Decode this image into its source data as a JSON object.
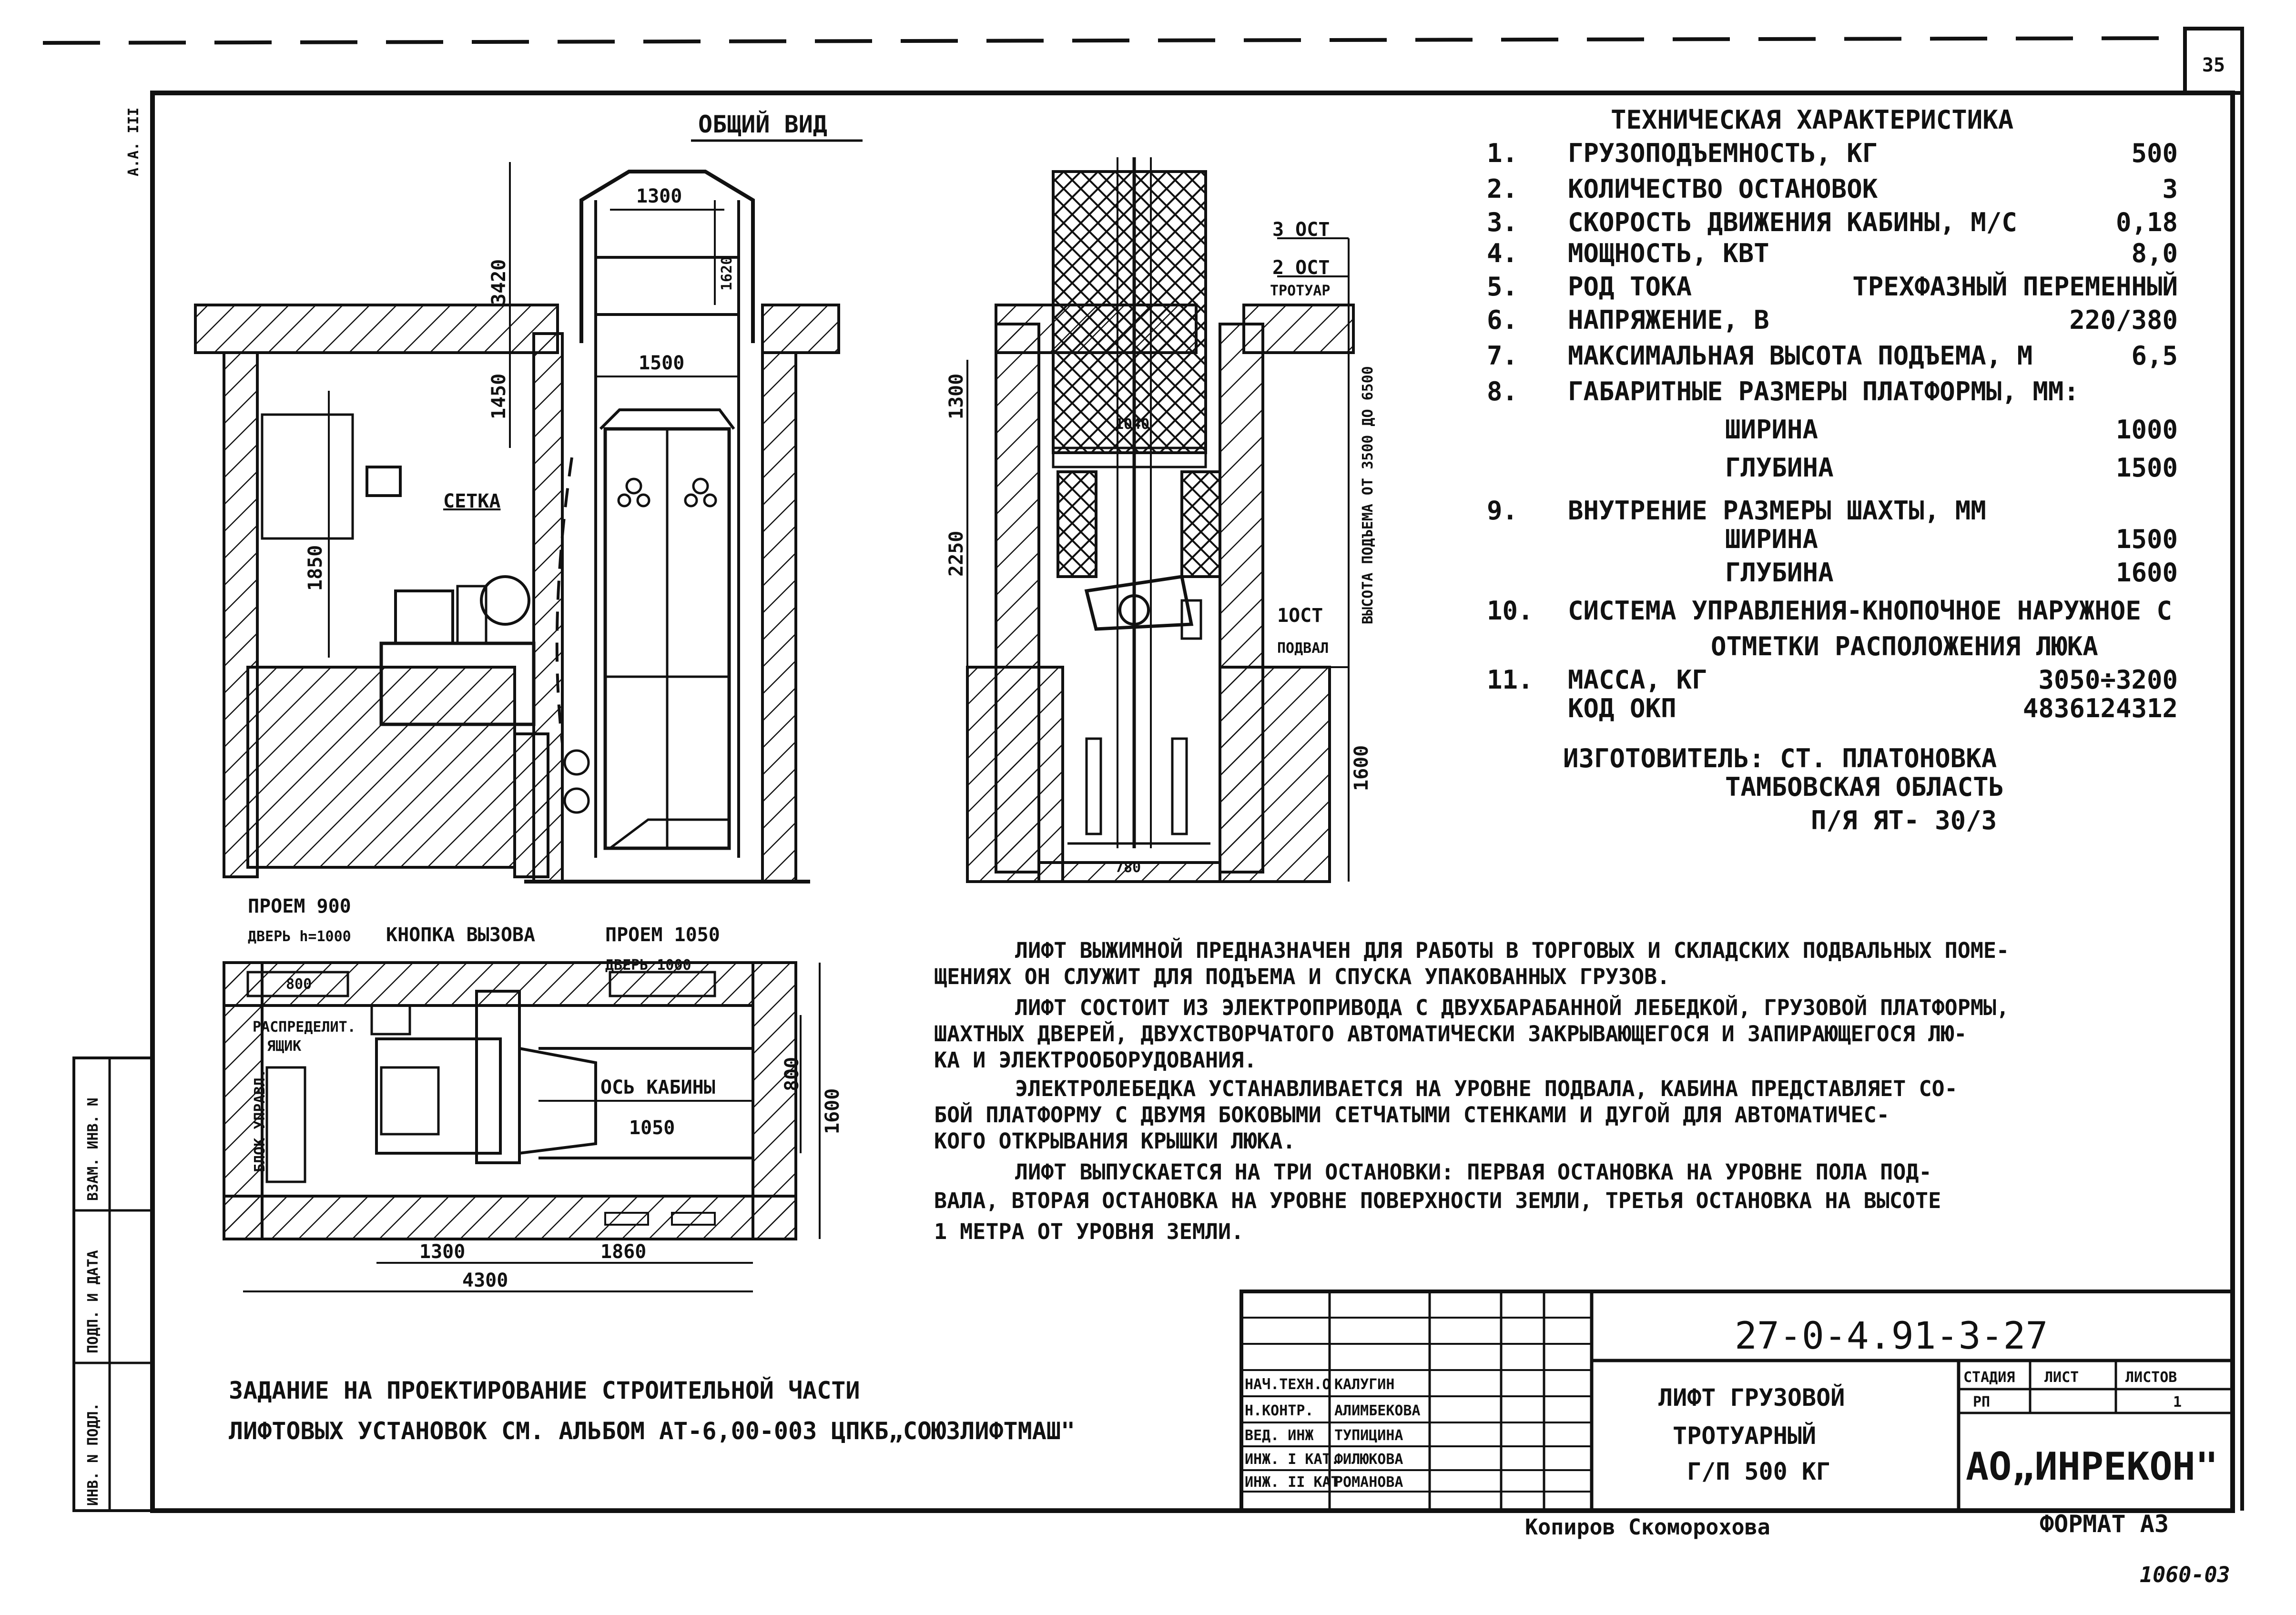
{
  "sheet": {
    "page_number": "35",
    "edge_label": "А.А. III",
    "side_strip": [
      "ИНВ. N ПОДЛ.",
      "ПОДП. И ДАТА",
      "ВЗАМ. ИНВ. N"
    ],
    "format": "ФОРМАТ А3",
    "copier": "Копиров   Скоморохова",
    "archive_no": "1060-03"
  },
  "views": {
    "general_title": "ОБЩИЙ ВИД",
    "general_dims": {
      "w_top": "1300",
      "h_top": "3420",
      "h_1620": "1620",
      "w_mid": "1500",
      "h_1450": "1450",
      "h_1850": "1850",
      "mesh": "СЕТКА"
    },
    "section_dims": {
      "stop3": "3 ОСТ",
      "stop2": "2 ОСТ",
      "sidewalk": "ТРОТУАР",
      "stop1": "1ОСТ",
      "basement": "ПОДВАЛ",
      "h_1300": "1300",
      "h_2250": "2250",
      "h_1600": "1600",
      "lift_height": "ВЫСОТА ПОДЪЕМА ОТ 3500 ДО 6500",
      "w_1040": "1040",
      "w_780": "780"
    },
    "plan_labels": {
      "opening900": "ПРОЕМ 900",
      "door1000": "ДВЕРЬ h=1000",
      "w800": "800",
      "call_button": "КНОПКА ВЫЗОВА",
      "opening1050": "ПРОЕМ 1050",
      "door1000b": "ДВЕРЬ 1000",
      "distrib": "РАСПРЕДЕЛИТ.",
      "box": "ЯЩИК",
      "control": "БЛОК УПРАВЛ.",
      "cabin_axis": "ОСЬ КАБИНЫ",
      "w1050": "1050",
      "h800": "800",
      "h1600": "1600",
      "w1300": "1300",
      "w1860": "1860",
      "w4300": "4300"
    }
  },
  "specs": {
    "title": "ТЕХНИЧЕСКАЯ ХАРАКТЕРИСТИКА",
    "items": [
      {
        "num": "1.",
        "label": "ГРУЗОПОДЪЕМНОСТЬ, КГ",
        "value": "500"
      },
      {
        "num": "2.",
        "label": "КОЛИЧЕСТВО ОСТАНОВОК",
        "value": "3"
      },
      {
        "num": "3.",
        "label": "СКОРОСТЬ ДВИЖЕНИЯ КАБИНЫ, М/С",
        "value": "0,18"
      },
      {
        "num": "4.",
        "label": "МОЩНОСТЬ, КВТ",
        "value": "8,0"
      },
      {
        "num": "5.",
        "label": "РОД   ТОКА",
        "value": "ТРЕХФАЗНЫЙ ПЕРЕМЕННЫЙ"
      },
      {
        "num": "6.",
        "label": "НАПРЯЖЕНИЕ, В",
        "value": "220/380"
      },
      {
        "num": "7.",
        "label": "МАКСИМАЛЬНАЯ ВЫСОТА ПОДЪЕМА, М",
        "value": "6,5"
      },
      {
        "num": "8.",
        "label": "ГАБАРИТНЫЕ РАЗМЕРЫ ПЛАТФОРМЫ, ММ:",
        "value": ""
      },
      {
        "num": "",
        "label": "ШИРИНА",
        "value": "1000"
      },
      {
        "num": "",
        "label": "ГЛУБИНА",
        "value": "1500"
      },
      {
        "num": "9.",
        "label": "ВНУТРЕНИЕ РАЗМЕРЫ ШАХТЫ, ММ",
        "value": ""
      },
      {
        "num": "",
        "label": "ШИРИНА",
        "value": "1500"
      },
      {
        "num": "",
        "label": "ГЛУБИНА",
        "value": "1600"
      },
      {
        "num": "10.",
        "label": "СИСТЕМА УПРАВЛЕНИЯ-КНОПОЧНОЕ НАРУЖНОЕ С",
        "value": ""
      },
      {
        "num": "",
        "label": "ОТМЕТКИ РАСПОЛОЖЕНИЯ    ЛЮКА",
        "value": ""
      },
      {
        "num": "11.",
        "label": "МАССА, КГ",
        "value": "3050÷3200"
      },
      {
        "num": "",
        "label": "КОД ОКП",
        "value": "4836124312"
      }
    ],
    "maker_line1": "ИЗГОТОВИТЕЛЬ:  СТ. ПЛАТОНОВКА",
    "maker_line2": "ТАМБОВСКАЯ ОБЛАСТЬ",
    "maker_line3": "П/Я  ЯТ- 30/3"
  },
  "description": [
    "ЛИФТ ВЫЖИМНОЙ ПРЕДНАЗНАЧЕН ДЛЯ РАБОТЫ В ТОРГОВЫХ И СКЛАДСКИХ ПОДВАЛЬНЫХ ПОМЕ-",
    "ЩЕНИЯХ ОН СЛУЖИТ ДЛЯ ПОДЪЕМА И СПУСКА УПАКОВАННЫХ ГРУЗОВ.",
    "ЛИФТ  СОСТОИТ  ИЗ ЭЛЕКТРОПРИВОДА С ДВУХБАРАБАННОЙ ЛЕБЕДКОЙ, ГРУЗОВОЙ ПЛАТФОРМЫ,",
    "ШАХТНЫХ ДВЕРЕЙ, ДВУХСТВОРЧАТОГО АВТОМАТИЧЕСКИ ЗАКРЫВАЮЩЕГОСЯ И ЗАПИРАЮЩЕГОСЯ ЛЮ-",
    "КА И ЭЛЕКТРООБОРУДОВАНИЯ.",
    "ЭЛЕКТРОЛЕБЕДКА УСТАНАВЛИВАЕТСЯ   НА УРОВНЕ  ПОДВАЛА, КАБИНА ПРЕДСТАВЛЯЕТ СО-",
    "БОЙ  ПЛАТФОРМУ С ДВУМЯ БОКОВЫМИ СЕТЧАТЫМИ  СТЕНКАМИ И ДУГОЙ ДЛЯ АВТОМАТИЧЕС-",
    "КОГО  ОТКРЫВАНИЯ  КРЫШКИ  ЛЮКА.",
    "ЛИФТ ВЫПУСКАЕТСЯ  НА ТРИ ОСТАНОВКИ: ПЕРВАЯ ОСТАНОВКА НА УРОВНЕ ПОЛА ПОД-",
    "ВАЛА, ВТОРАЯ ОСТАНОВКА  НА УРОВНЕ ПОВЕРХНОСТИ ЗЕМЛИ, ТРЕТЬЯ ОСТАНОВКА НА ВЫСОТЕ",
    "1 МЕТРА   ОТ  УРОВНЯ ЗЕМЛИ."
  ],
  "assignment_note": [
    "ЗАДАНИЕ   НА ПРОЕКТИРОВАНИЕ СТРОИТЕЛЬНОЙ ЧАСТИ",
    "ЛИФТОВЫХ   УСТАНОВОК СМ. АЛЬБОМ АТ-6,00-003 ЦПКБ„СОЮЗЛИФТМАШ\""
  ],
  "title_block": {
    "doc_code": "27-0-4.91-3-27",
    "title_line1": "ЛИФТ ГРУЗОВОЙ",
    "title_line2": "ТРОТУАРНЫЙ",
    "title_line3": "Г/П 500 КГ",
    "stage_header": "СТАДИЯ",
    "sheet_header": "ЛИСТ",
    "sheets_header": "ЛИСТОВ",
    "stage": "РП",
    "sheet": "",
    "sheets": "1",
    "company": "АО„ИНРЕКОН\"",
    "signatures": [
      {
        "role": "НАЧ.ТЕХН.О",
        "name": "КАЛУГИН"
      },
      {
        "role": "Н.КОНТР.",
        "name": "АЛИМБЕКОВА"
      },
      {
        "role": "ВЕД. ИНЖ",
        "name": "ТУПИЦИНА"
      },
      {
        "role": "ИНЖ. I КАТ.",
        "name": "ФИЛЮКОВА"
      },
      {
        "role": "ИНЖ. II КАТ",
        "name": "РОМАНОВА"
      }
    ]
  }
}
